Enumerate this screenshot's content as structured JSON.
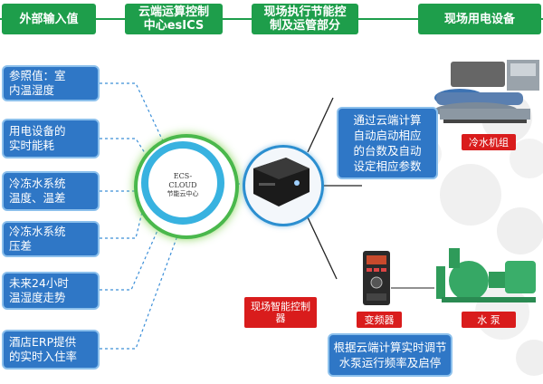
{
  "header": {
    "external_input": "外部输入值",
    "cloud_center": "云端运算控制\n中心esICS",
    "onsite_control": "现场执行节能控\n制及运管部分",
    "onsite_equipment": "现场用电设备"
  },
  "inputs": [
    "参照值：室\n内温湿度",
    "用电设备的\n实时能耗",
    "冷冻水系统\n温度、温差",
    "冷冻水系统\n压差",
    "未来24小时\n温湿度走势",
    "酒店ERP提供\n的实时入住率"
  ],
  "cloud_ring": {
    "line1": "ECS-",
    "line2": "CLOUD",
    "line3": "节能云中心"
  },
  "chiller_note": "通过云端计算\n自动启动相应\n的台数及自动\n设定相应参数",
  "chiller_label": "冷水机组",
  "controller_label": "现场智能控制\n器",
  "vfd_label": "变频器",
  "pump_label": "水 泵",
  "pump_note": "根据云端计算实时调节\n水泵运行频率及启停",
  "colors": {
    "green": "#1e9e4b",
    "blue": "#2f77c6",
    "red": "#d91c1c",
    "ring_green": "#4ab84c",
    "ring_blue": "#38b2e0"
  }
}
